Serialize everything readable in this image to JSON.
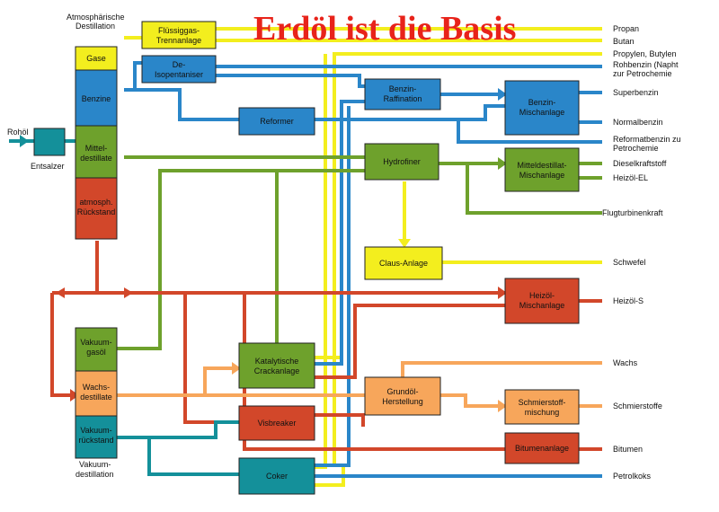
{
  "title": "Erdöl ist die Basis",
  "colors": {
    "yellow": "#f3ee1e",
    "blue": "#2a86c9",
    "green": "#6ea12c",
    "red": "#d2472a",
    "orange": "#f7a65b",
    "teal": "#14909a",
    "title_red": "#e8231a"
  },
  "left_labels": {
    "rohoel": "Rohöl",
    "entsalzer": "Entsalzer",
    "atm_dest_1": "Atmosphärische",
    "atm_dest_2": "Destillation",
    "vak_dest_1": "Vakuum-",
    "vak_dest_2": "destillation"
  },
  "columns": {
    "atm": [
      {
        "label": [
          "Gase"
        ]
      },
      {
        "label": [
          "Benzine"
        ]
      },
      {
        "label": [
          "Mittel-",
          "destillate"
        ]
      },
      {
        "label": [
          "atmosph.",
          "Rückstand"
        ]
      }
    ],
    "vac": [
      {
        "label": [
          "Vakuum-",
          "gasöl"
        ]
      },
      {
        "label": [
          "Wachs-",
          "destillate"
        ]
      },
      {
        "label": [
          "Vakuum-",
          "rückstand"
        ]
      }
    ]
  },
  "units": {
    "fluessiggas": [
      "Flüssiggas-",
      "Trennanlage"
    ],
    "deisopentaniser": [
      "De-",
      "Isopentaniser"
    ],
    "reformer": [
      "Reformer"
    ],
    "benzin_raff": [
      "Benzin-",
      "Raffination"
    ],
    "benzin_misch": [
      "Benzin-",
      "Mischanlage"
    ],
    "hydrofiner": [
      "Hydrofiner"
    ],
    "mitteldest_misch": [
      "Mitteldestillat-",
      "Mischanlage"
    ],
    "claus": [
      "Claus-Anlage"
    ],
    "heizoel_misch": [
      "Heizöl-",
      "Mischanlage"
    ],
    "katcrack": [
      "Katalytische",
      "Crackanlage"
    ],
    "visbreaker": [
      "Visbreaker"
    ],
    "coker": [
      "Coker"
    ],
    "grundoel": [
      "Grundöl-",
      "Herstellung"
    ],
    "schmier_misch": [
      "Schmierstoff-",
      "mischung"
    ],
    "bitumen_anl": [
      "Bitumenanlage"
    ]
  },
  "outputs": {
    "propan": "Propan",
    "butan": "Butan",
    "propylen": "Propylen, Butylen",
    "rohbenzin_1": "Rohbenzin (Napht",
    "rohbenzin_2": "zur Petrochemie",
    "superbenzin": "Superbenzin",
    "normalbenzin": "Normalbenzin",
    "reformat_1": "Reformatbenzin zu",
    "reformat_2": "Petrochemie",
    "dieselkraftstoff": "Dieselkraftstoff",
    "heizoel_el": "Heizöl-EL",
    "flugturbinen": "Flugturbinenkraft",
    "schwefel": "Schwefel",
    "heizoel_s": "Heizöl-S",
    "wachs": "Wachs",
    "schmierstoffe": "Schmierstoffe",
    "bitumen": "Bitumen",
    "petrolkoks": "Petrolkoks"
  }
}
